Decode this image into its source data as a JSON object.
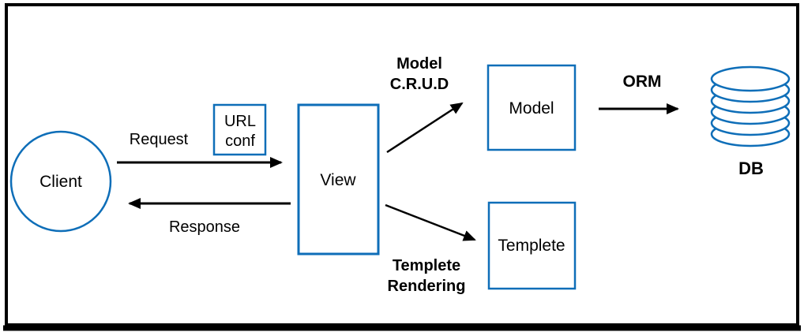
{
  "diagram": {
    "description": "Web framework MVT request flow diagram",
    "colors": {
      "accent_blue": "#0e6eb8",
      "line_black": "#000000",
      "background": "#ffffff"
    },
    "nodes": {
      "client": {
        "label": "Client",
        "shape": "circle"
      },
      "url_conf": {
        "line1": "URL",
        "line2": "conf",
        "shape": "rect"
      },
      "view": {
        "label": "View",
        "shape": "rect"
      },
      "model": {
        "label": "Model",
        "shape": "rect"
      },
      "templete": {
        "label": "Templete",
        "shape": "rect"
      },
      "db": {
        "label": "DB",
        "icon": "database-stack-icon"
      }
    },
    "edges": {
      "request": {
        "label": "Request",
        "from": "Client",
        "to": "View"
      },
      "response": {
        "label": "Response",
        "from": "View",
        "to": "Client"
      },
      "model_crud": {
        "line1": "Model",
        "line2": "C.R.U.D",
        "from": "View",
        "to": "Model"
      },
      "templete_rendering": {
        "line1": "Templete",
        "line2": "Rendering",
        "from": "View",
        "to": "Templete"
      },
      "orm": {
        "label": "ORM",
        "from": "Model",
        "to": "DB"
      }
    }
  }
}
